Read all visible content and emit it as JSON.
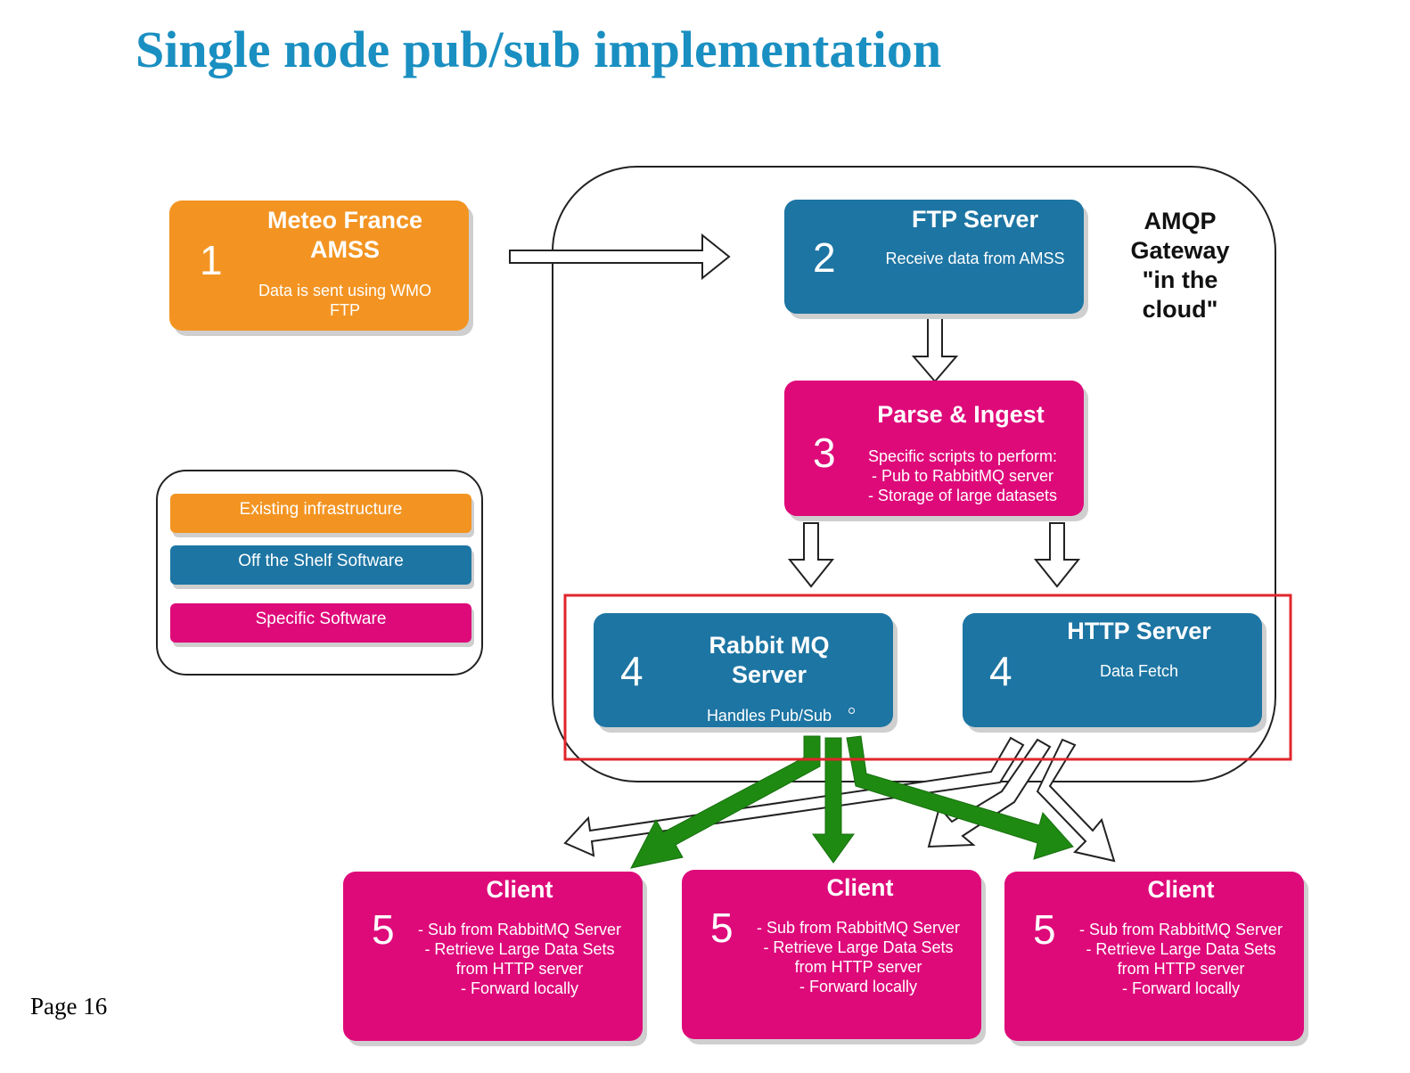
{
  "title": "Single node pub/sub implementation",
  "page_label": "Page 16",
  "colors": {
    "title": "#1a8fc1",
    "existing": "#f39422",
    "off_shelf": "#1d75a3",
    "specific": "#de0a7a",
    "highlight": "#e0262c",
    "pubsub_arrow": "#1f8a11"
  },
  "gateway": {
    "label": "AMQP Gateway \"in the cloud\""
  },
  "nodes": {
    "meteo": {
      "number": "1",
      "title": "Meteo France AMSS",
      "desc": "Data is sent using WMO FTP"
    },
    "ftp": {
      "number": "2",
      "title": "FTP Server",
      "desc": "Receive data from AMSS"
    },
    "parse": {
      "number": "3",
      "title": "Parse & Ingest",
      "desc": "Specific scripts to perform:\n- Pub to RabbitMQ server\n- Storage of large datasets"
    },
    "rabbit": {
      "number": "4",
      "title": "Rabbit MQ Server",
      "desc": "Handles Pub/Sub"
    },
    "http": {
      "number": "4",
      "title": "HTTP Server",
      "desc": "Data Fetch"
    },
    "clients": [
      {
        "number": "5",
        "title": "Client",
        "desc": "- Sub from RabbitMQ Server\n- Retrieve Large Data Sets\nfrom HTTP server\n- Forward locally"
      },
      {
        "number": "5",
        "title": "Client",
        "desc": "- Sub from RabbitMQ Server\n- Retrieve Large Data Sets\nfrom HTTP server\n- Forward locally"
      },
      {
        "number": "5",
        "title": "Client",
        "desc": "- Sub from RabbitMQ Server\n- Retrieve Large Data Sets\nfrom HTTP server\n- Forward locally"
      }
    ]
  },
  "legend": [
    {
      "label": "Existing infrastructure",
      "color": "#f39422"
    },
    {
      "label": "Off the Shelf Software",
      "color": "#1d75a3"
    },
    {
      "label": "Specific Software",
      "color": "#de0a7a"
    }
  ]
}
